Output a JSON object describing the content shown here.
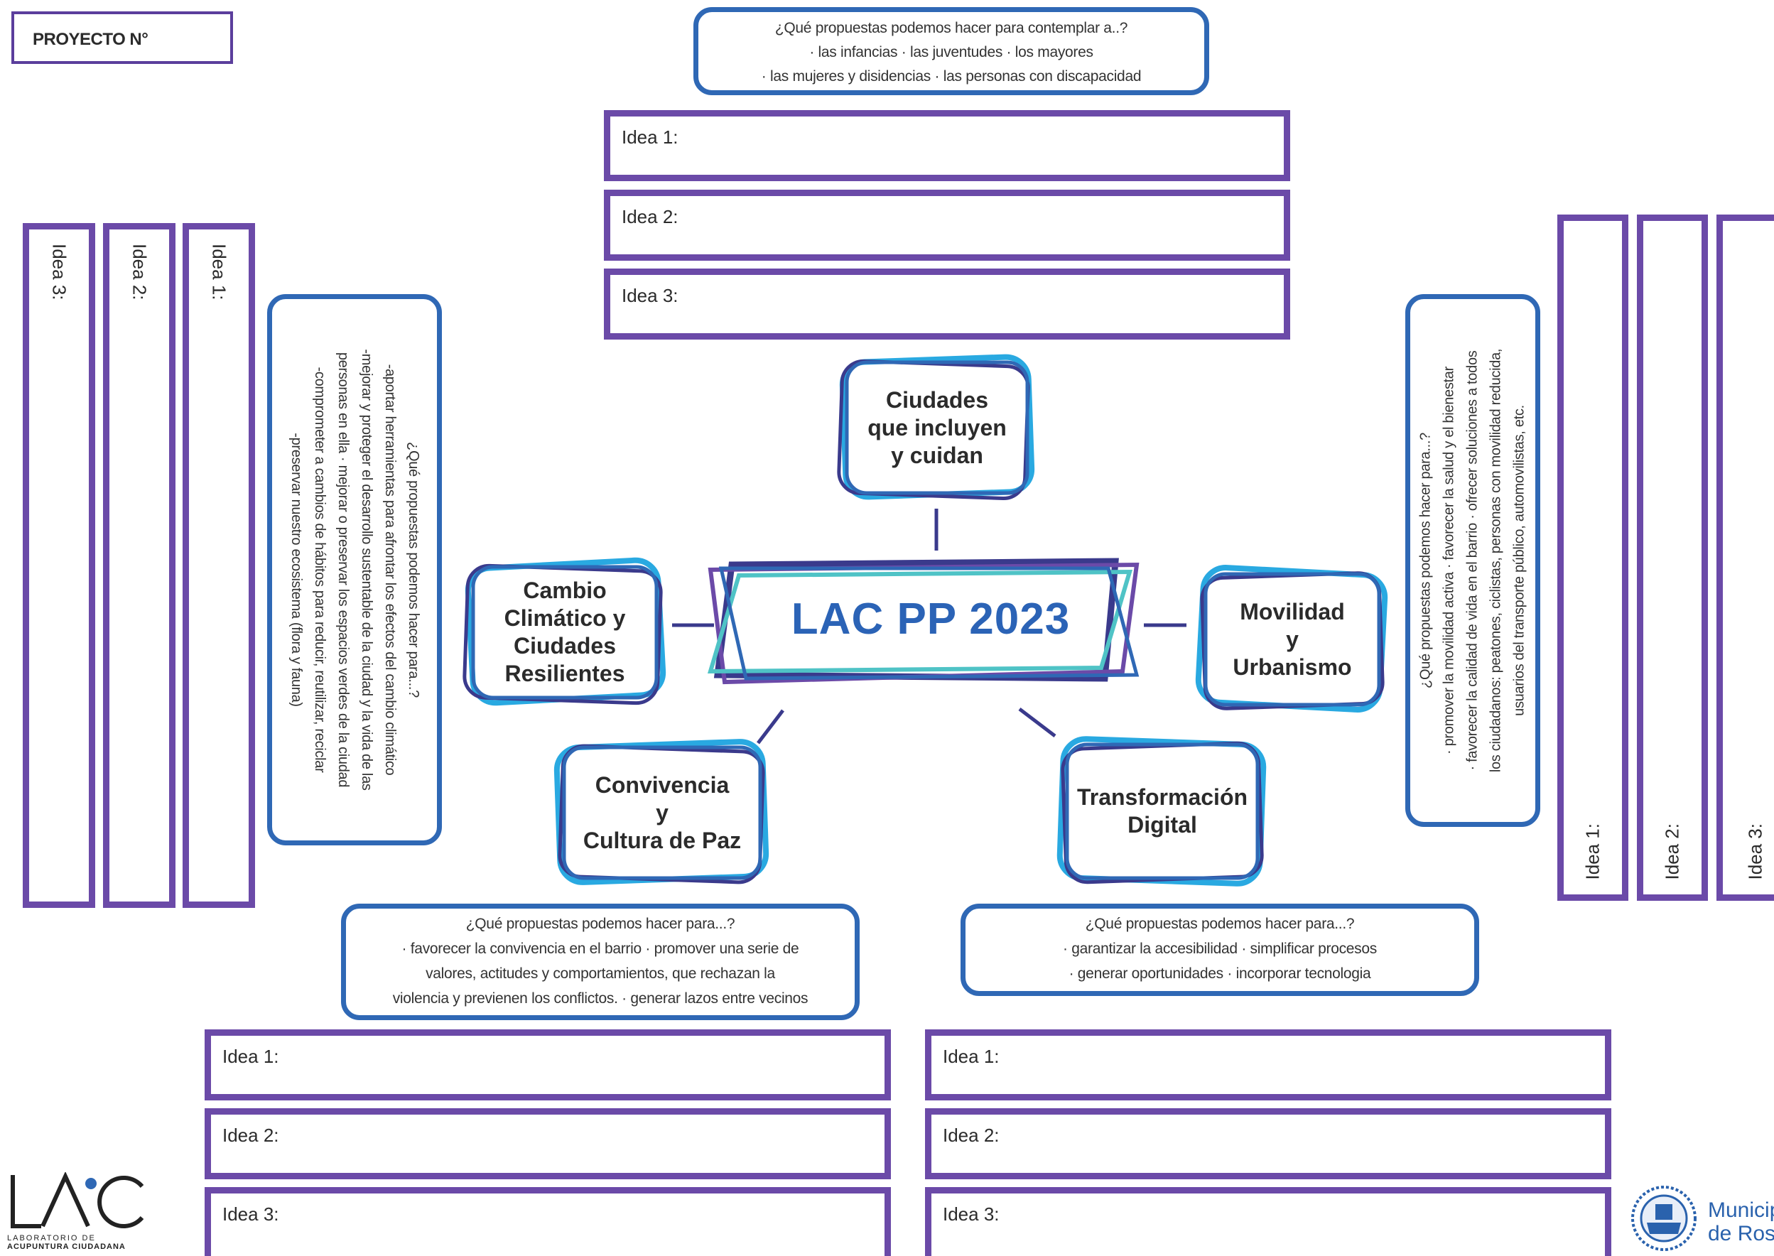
{
  "project_label": "PROYECTO N°",
  "center_title": "LAC PP 2023",
  "topics": {
    "incluyen": "Ciudades\nque incluyen\ny cuidan",
    "climatico": "Cambio\nClimático y\nCiudades\nResilientes",
    "movilidad": "Movilidad\ny\nUrbanismo",
    "convivencia": "Convivencia\ny\nCultura de Paz",
    "digital": "Transformación\nDigital"
  },
  "questions": {
    "top": [
      "¿Qué propuestas podemos hacer para contemplar a..?",
      "· las infancias   · las juventudes   · los mayores",
      "· las mujeres y disidencias   · las personas con discapacidad"
    ],
    "left": [
      "¿Qué propuestas podemos hacer para...?",
      "-aportar herramientas para afrontar los efectos del cambio climático",
      "-mejorar y proteger el desarrollo sustentable de la ciudad y la vida de las",
      "personas en ella  · mejorar o preservar los espacios verdes de la ciudad",
      "-comprometer a cambios de hábitos para reducir, reutilizar, reciclar",
      "-preservar nuestro ecosistema (flora y fauna)"
    ],
    "right": [
      "¿Qué propuestas podemos hacer para...?",
      "· promover la movilidad activa   · favorecer la salud y el bienestar",
      "· favorecer la calidad de vida en el barrio   · ofrecer soluciones a todos",
      "los ciudadanos: peatones, ciclistas, personas con movilidad reducida,",
      "usuarios del transporte público, automovilistas, etc."
    ],
    "bottom_left": [
      "¿Qué propuestas podemos hacer para...?",
      "· favorecer la convivencia en el barrio  · promover una serie de",
      "valores, actitudes y comportamientos, que rechazan la",
      "violencia y previenen los conflictos.  · generar lazos entre vecinos"
    ],
    "bottom_right": [
      "¿Qué propuestas podemos hacer para...?",
      "· garantizar la accesibilidad  · simplificar procesos",
      "· generar oportunidades  · incorporar tecnologia"
    ]
  },
  "ideas": {
    "top": [
      "Idea 1:",
      "Idea 2:",
      "Idea 3:"
    ],
    "left": [
      "Idea 1:",
      "Idea 2:",
      "Idea 3:"
    ],
    "right": [
      "Idea 1:",
      "Idea 2:",
      "Idea 3:"
    ],
    "bottom_left": [
      "Idea 1:",
      "Idea 2:",
      "Idea 3:"
    ],
    "bottom_right": [
      "Idea 1:",
      "Idea 2:",
      "Idea 3:"
    ]
  },
  "logo_lac": {
    "mark": "LAC",
    "line1": "LABORATORIO DE",
    "line2": "ACUPUNTURA CIUDADANA"
  },
  "logo_muni": {
    "line1": "Municip",
    "line2": "de Rosa"
  },
  "colors": {
    "purple": "#6b4aa8",
    "blue": "#2f68b5",
    "light_blue": "#29a9e1",
    "navy": "#3a3a8c",
    "teal": "#4fc3c6",
    "title": "#2b63b6"
  }
}
